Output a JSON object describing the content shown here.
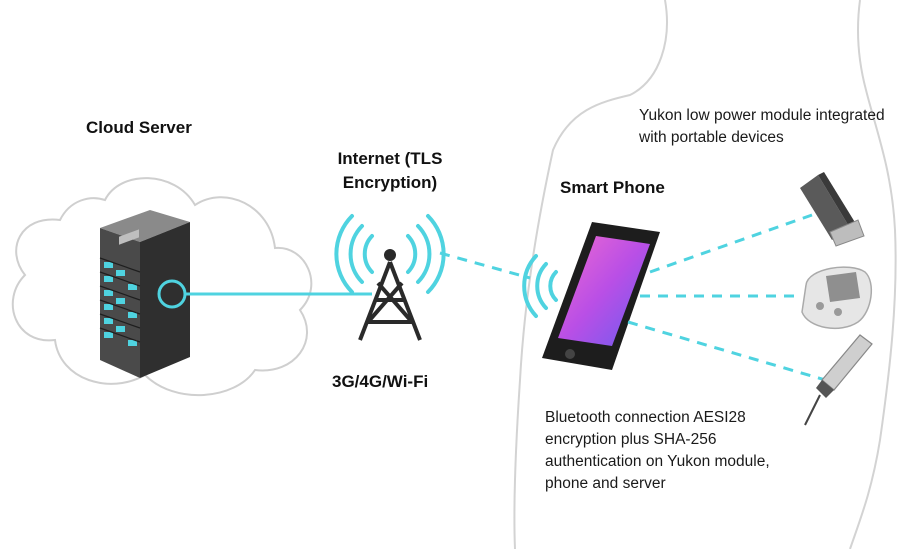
{
  "labels": {
    "cloud_server": "Cloud Server",
    "internet": "Internet (TLS Encryption)",
    "network": "3G/4G/Wi-Fi",
    "smart_phone": "Smart Phone",
    "yukon_module": "Yukon low power module integrated with portable devices",
    "bluetooth_note": "Bluetooth connection AESI28 encryption plus SHA-256 authentication on Yukon module, phone and server"
  },
  "colors": {
    "accent": "#4fd3e0",
    "outline": "#cfcfcf",
    "ink": "#222222"
  },
  "icons": [
    "cloud-icon",
    "server-rack-icon",
    "cell-tower-icon",
    "smartphone-icon",
    "inhaler-icon",
    "glucose-meter-icon",
    "insulin-pen-icon"
  ]
}
